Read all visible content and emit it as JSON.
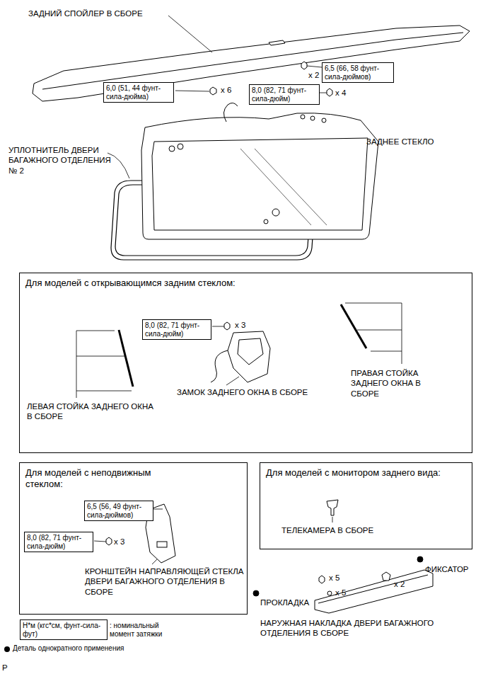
{
  "diagram": {
    "nodes": [
      {
        "text": [
          "6,5 (66, 58 фунт-сила-дюймов)"
        ]
      },
      {
        "text": [
          "6,0 (51, 44 фунт-сила-дюйма)"
        ]
      },
      {
        "text": [
          "8,0 (82, 71 фунт-сила-дюйм)"
        ]
      },
      {
        "text": [
          "Для моделей с открывающимся задним стеклом:"
        ]
      },
      {
        "text": [
          "8,0 (82, 71 фунт-сила-дюйм)"
        ],
        "in": 3
      },
      {
        "text": [
          "Для моделей с неподвижным стеклом:"
        ]
      },
      {
        "text": [
          "6,5 (56, 49 фунт-сила-дюймов)"
        ],
        "in": 5
      },
      {
        "text": [
          "8,0 (82, 71 фунт-сила-дюйм)"
        ],
        "in": 5
      },
      {
        "text": [
          "Для моделей с монитором заднего вида:"
        ]
      },
      {
        "text": [
          "Н*м (кгс*см, фунт-сила-фут)"
        ]
      }
    ],
    "labels": [
      "ЗАДНИЙ СПОЙЛЕР В СБОРЕ",
      "x 2",
      "x 6",
      "x 4",
      "ЗАДНЕЕ СТЕКЛО",
      "УПЛОТНИТЕЛЬ ДВЕРИ БАГАЖНОГО ОТДЕЛЕНИЯ № 2",
      "x 3",
      "ПРАВАЯ СТОЙКА ЗАДНЕГО ОКНА В СБОРЕ",
      "ЗАМОК ЗАДНЕГО ОКНА В СБОРЕ",
      "ЛЕВАЯ СТОЙКА ЗАДНЕГО ОКНА В СБОРЕ",
      "x 3",
      "КРОНШТЕЙН НАПРАВЛЯЮЩЕЙ СТЕКЛА ДВЕРИ БАГАЖНОГО ОТДЕЛЕНИЯ В СБОРЕ",
      "ТЕЛЕКАМЕРА В СБОРЕ",
      "ФИКСАТОР",
      "x 5",
      "x 2",
      "x 5",
      "ПРОКЛАДКА",
      "НАРУЖНАЯ НАКЛАДКА ДВЕРИ БАГАЖНОГО ОТДЕЛЕНИЯ В СБОРЕ",
      "P"
    ],
    "legend": [
      {
        "text": ": номинальный момент затяжки"
      },
      {
        "text": "Деталь однократного применения"
      }
    ]
  }
}
